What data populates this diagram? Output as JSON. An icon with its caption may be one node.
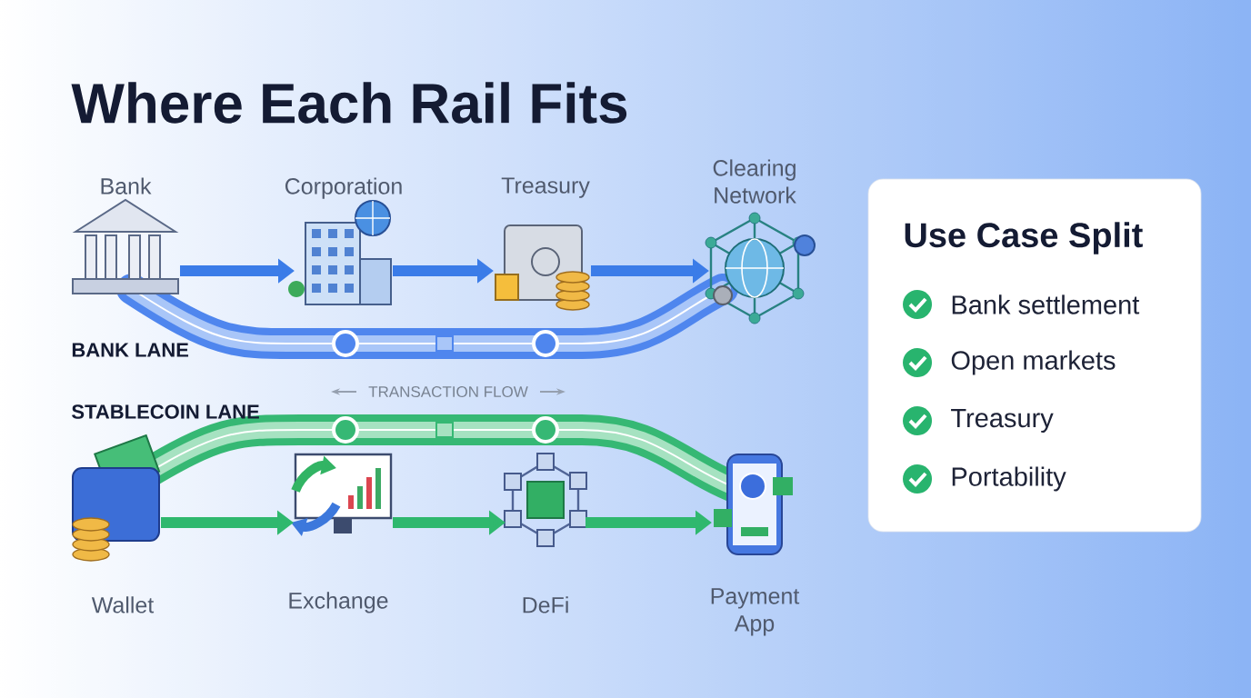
{
  "diagram": {
    "title": "Where Each Rail Fits",
    "nodes": [
      {
        "text": [
          "Bank"
        ]
      },
      {
        "text": [
          "Corporation"
        ]
      },
      {
        "text": [
          "Treasury"
        ]
      },
      {
        "text": [
          "Clearing Network"
        ]
      },
      {
        "text": [
          "Wallet"
        ]
      },
      {
        "text": [
          "Exchange"
        ]
      },
      {
        "text": [
          "DeFi"
        ]
      },
      {
        "text": [
          "Payment App"
        ]
      },
      {
        "text": [
          "Use Case Split",
          "Bank settlement",
          "Open markets",
          "Treasury",
          "Portability"
        ]
      }
    ],
    "edges": [
      {
        "from": 0,
        "to": 1,
        "arrow": "to",
        "color": "#3b7ce8"
      },
      {
        "from": 1,
        "to": 2,
        "arrow": "to",
        "color": "#3b7ce8"
      },
      {
        "from": 2,
        "to": 3,
        "arrow": "to",
        "color": "#3b7ce8"
      },
      {
        "from": 4,
        "to": 5,
        "arrow": "to",
        "color": "#2fb86e"
      },
      {
        "from": 5,
        "to": 6,
        "arrow": "to",
        "color": "#2fb86e"
      },
      {
        "from": 6,
        "to": 7,
        "arrow": "to",
        "color": "#2fb86e"
      }
    ],
    "labels": [
      "BANK LANE",
      "TRANSACTION FLOW",
      "STABLECOIN LANE"
    ]
  }
}
